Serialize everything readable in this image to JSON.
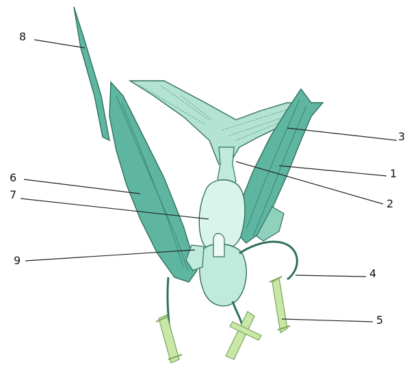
{
  "labels": {
    "l1": "1",
    "l2": "2",
    "l3": "3",
    "l4": "4",
    "l5": "5",
    "l6": "6",
    "l7": "7",
    "l8": "8",
    "l9": "9"
  },
  "colors": {
    "muscle_dark": "#3f9c86",
    "muscle_mid": "#5fb6a0",
    "muscle_light": "#8fd1bd",
    "organ_light": "#bfeadc",
    "organ_pale": "#d9f4ea",
    "outline": "#2e6f5f",
    "bone": "#c9e8a8",
    "bone_outline": "#7aa25a",
    "leader": "#222222"
  }
}
